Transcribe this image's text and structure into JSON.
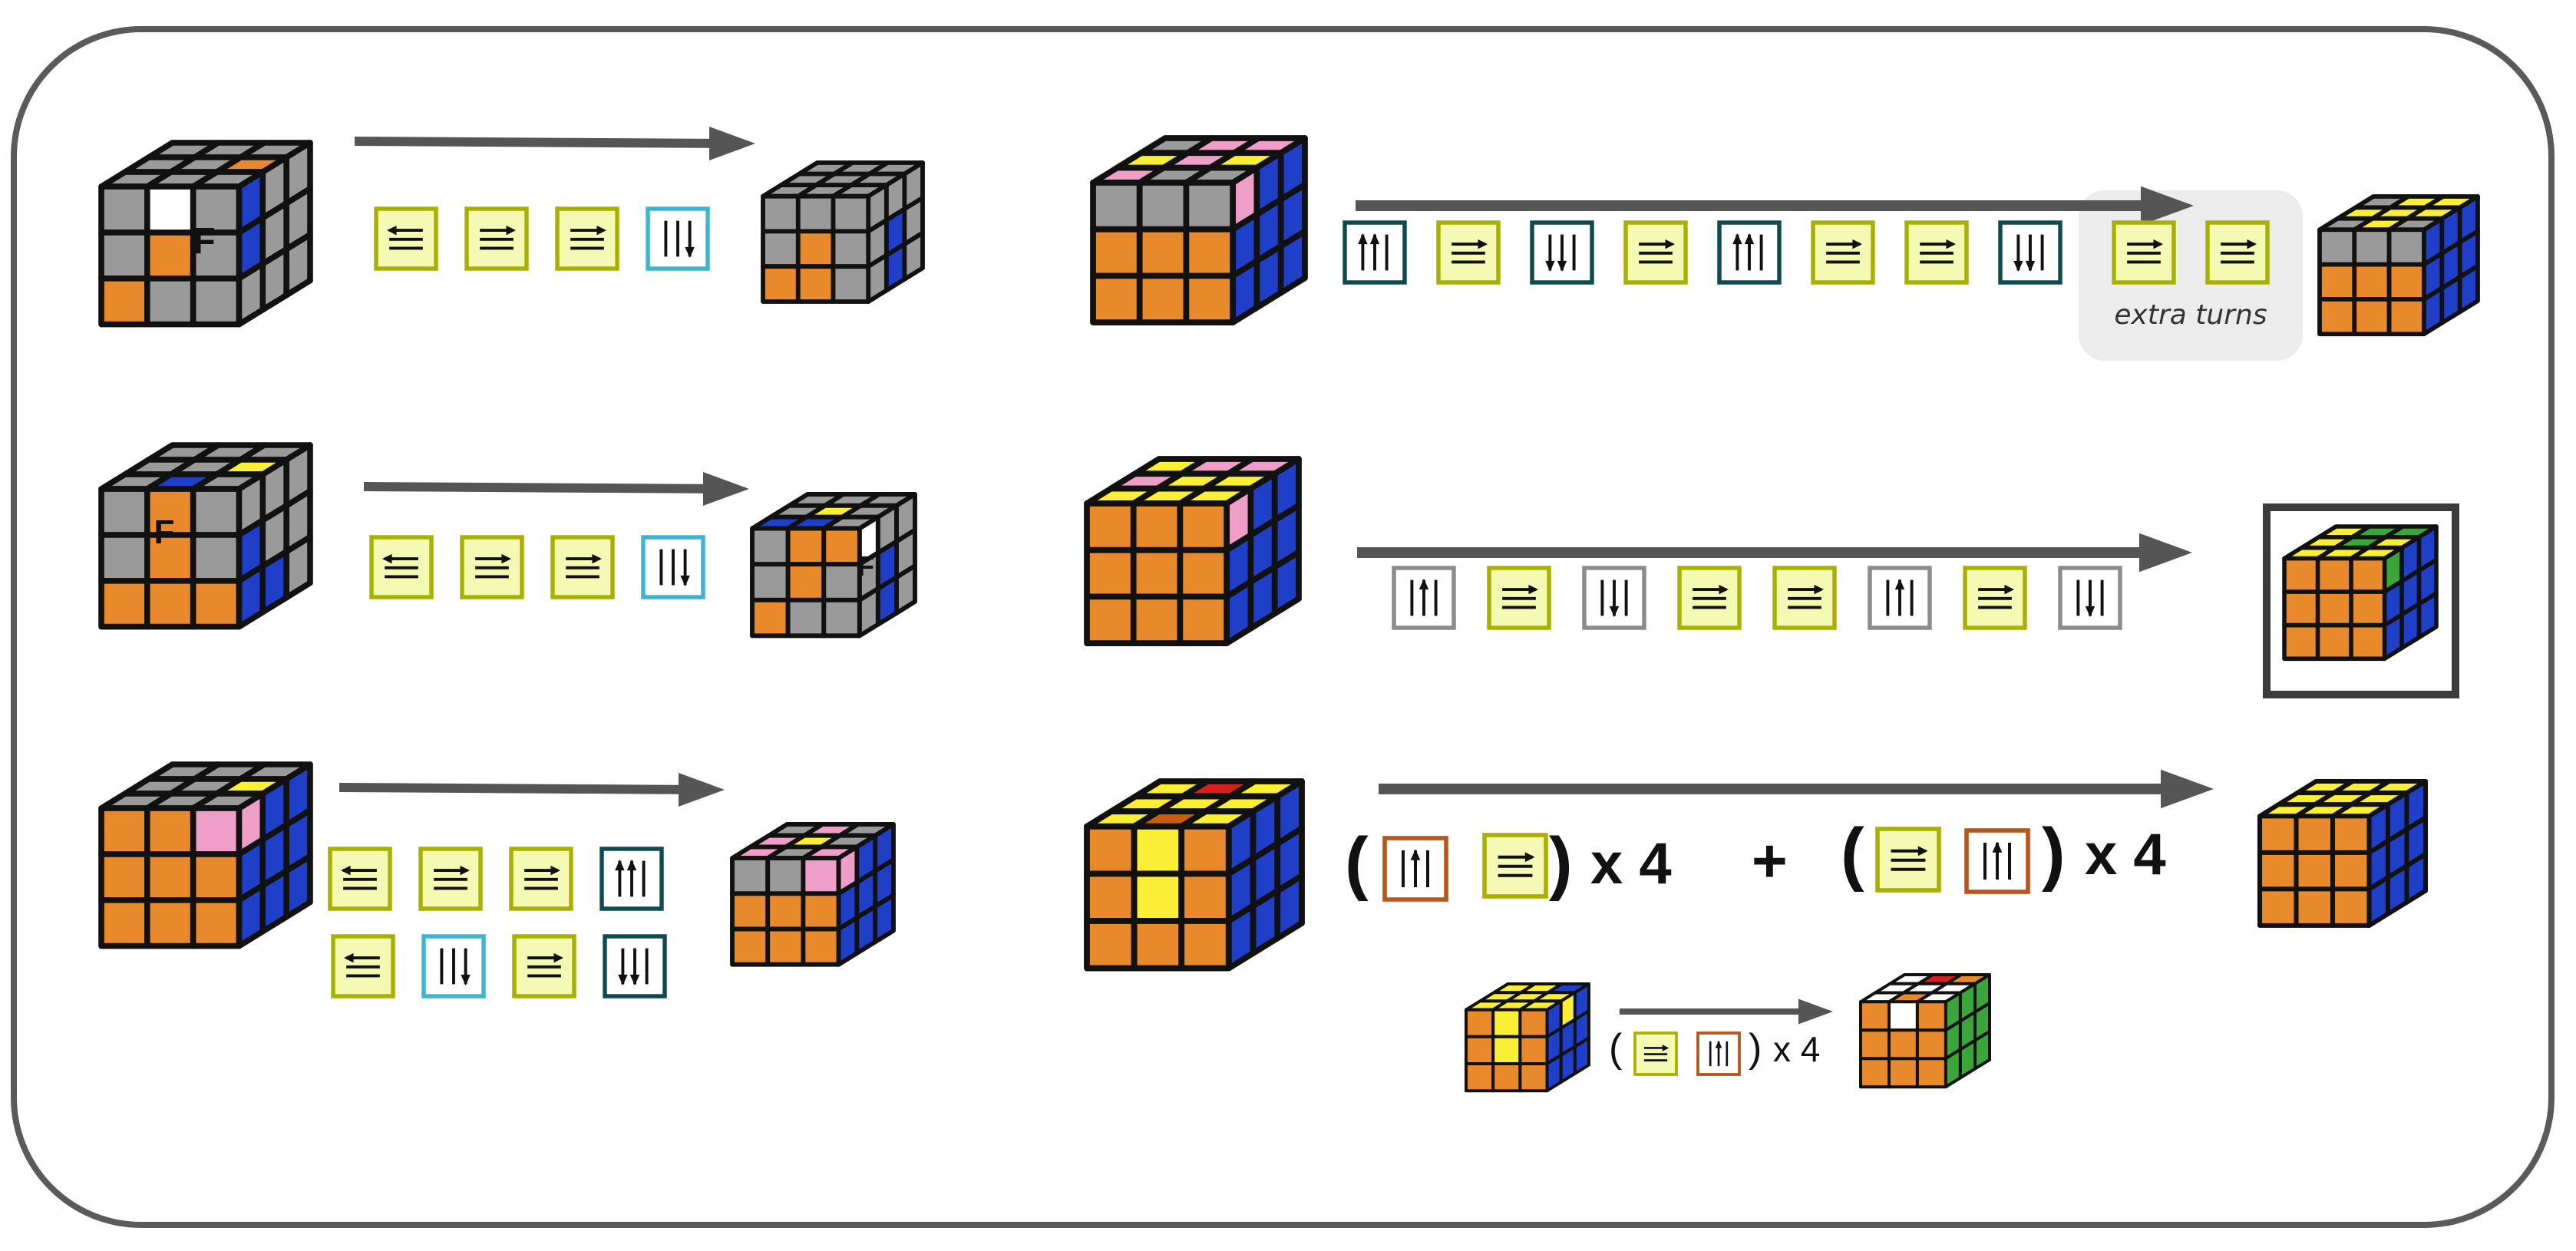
{
  "colors": {
    "grey": "#9a9a9a",
    "orange": "#e8892c",
    "blue": "#1f3fc9",
    "yellow": "#fbef35",
    "pink": "#ef9ec8",
    "white": "#ffffff",
    "green": "#3aa63a",
    "red": "#d42020",
    "darkorange": "#c85e10",
    "arrow": "#555555",
    "move_lime_border": "#a9b100",
    "move_lime_fill": "#f4f9b4",
    "move_cyan_border": "#3fb5cd",
    "move_dark_border": "#0e4a4f",
    "move_grey_border": "#8c8c8c",
    "move_orange_border": "#b8561a"
  },
  "icons": [
    "arrow-right-icon",
    "arrow-up-icon",
    "arrow-down-icon",
    "arrow-left-icon"
  ],
  "labels": {
    "f_label": "F",
    "extra_turns": "extra turns"
  },
  "formula": {
    "open": "(",
    "close": ")",
    "times4": "x 4",
    "plus": "+"
  },
  "rows": [
    {
      "id": "row1-left",
      "moves": [
        "U'",
        "R",
        "U",
        "R'"
      ],
      "start_cube": {
        "top": [
          "grey",
          "grey",
          "grey",
          "grey",
          "grey",
          "orange",
          "grey",
          "grey",
          "grey"
        ],
        "front": [
          "grey",
          "white",
          "grey",
          "grey",
          "orange",
          "grey",
          "orange",
          "grey",
          "grey"
        ],
        "right": [
          "blue",
          "grey",
          "grey",
          "blue",
          "grey",
          "grey",
          "grey",
          "grey",
          "grey"
        ]
      },
      "end_cube": {
        "top": [
          "grey",
          "grey",
          "grey",
          "grey",
          "grey",
          "grey",
          "grey",
          "grey",
          "grey"
        ],
        "front": [
          "grey",
          "grey",
          "grey",
          "grey",
          "orange",
          "grey",
          "orange",
          "orange",
          "grey"
        ],
        "right": [
          "grey",
          "grey",
          "grey",
          "grey",
          "blue",
          "grey",
          "grey",
          "blue",
          "grey"
        ]
      }
    },
    {
      "id": "row2-left",
      "moves": [
        "U'",
        "R",
        "U",
        "R'"
      ],
      "start_cube": {
        "top": [
          "grey",
          "grey",
          "grey",
          "grey",
          "grey",
          "yellow",
          "grey",
          "blue",
          "grey"
        ],
        "front": [
          "grey",
          "orange",
          "grey",
          "grey",
          "orange",
          "grey",
          "orange",
          "orange",
          "orange"
        ],
        "right": [
          "grey",
          "grey",
          "grey",
          "blue",
          "grey",
          "grey",
          "blue",
          "blue",
          "grey"
        ]
      },
      "end_cube": {
        "top": [
          "grey",
          "grey",
          "grey",
          "grey",
          "yellow",
          "grey",
          "blue",
          "blue",
          "grey"
        ],
        "front": [
          "grey",
          "orange",
          "orange",
          "grey",
          "orange",
          "grey",
          "orange",
          "grey",
          "grey"
        ],
        "right": [
          "white",
          "grey",
          "grey",
          "grey",
          "blue",
          "grey",
          "grey",
          "blue",
          "grey"
        ]
      }
    },
    {
      "id": "row3-left",
      "moves_a": [
        "U'",
        "R",
        "U",
        "Rw"
      ],
      "moves_b": [
        "U'",
        "R'",
        "U",
        "Rw'"
      ],
      "start_cube": {
        "top": [
          "grey",
          "grey",
          "grey",
          "grey",
          "grey",
          "yellow",
          "grey",
          "grey",
          "grey"
        ],
        "front": [
          "orange",
          "orange",
          "pink",
          "orange",
          "orange",
          "orange",
          "orange",
          "orange",
          "orange"
        ],
        "right": [
          "pink",
          "blue",
          "blue",
          "blue",
          "blue",
          "blue",
          "blue",
          "blue",
          "blue"
        ]
      },
      "end_cube": {
        "top": [
          "grey",
          "pink",
          "grey",
          "pink",
          "yellow",
          "grey",
          "pink",
          "grey",
          "pink"
        ],
        "front": [
          "grey",
          "grey",
          "pink",
          "orange",
          "orange",
          "orange",
          "orange",
          "orange",
          "orange"
        ],
        "right": [
          "pink",
          "blue",
          "blue",
          "blue",
          "blue",
          "blue",
          "blue",
          "blue",
          "blue"
        ]
      }
    },
    {
      "id": "row1-right",
      "moves": [
        "Rw",
        "R",
        "Rw'",
        "R",
        "Rw",
        "R",
        "R",
        "Rw'"
      ],
      "extra_moves": [
        "R",
        "R"
      ],
      "start_cube": {
        "top": [
          "grey",
          "pink",
          "pink",
          "yellow",
          "pink",
          "yellow",
          "pink",
          "grey",
          "grey"
        ],
        "front": [
          "grey",
          "grey",
          "grey",
          "orange",
          "orange",
          "orange",
          "orange",
          "orange",
          "orange"
        ],
        "right": [
          "pink",
          "blue",
          "blue",
          "blue",
          "blue",
          "blue",
          "blue",
          "blue",
          "blue"
        ]
      },
      "end_cube": {
        "top": [
          "grey",
          "yellow",
          "yellow",
          "yellow",
          "yellow",
          "yellow",
          "grey",
          "yellow",
          "grey"
        ],
        "front": [
          "grey",
          "grey",
          "grey",
          "orange",
          "orange",
          "orange",
          "orange",
          "orange",
          "orange"
        ],
        "right": [
          "blue",
          "blue",
          "blue",
          "blue",
          "blue",
          "blue",
          "blue",
          "blue",
          "blue"
        ]
      }
    },
    {
      "id": "row2-right",
      "moves": [
        "M",
        "R",
        "M'",
        "R",
        "R",
        "M",
        "R",
        "M'"
      ],
      "start_cube": {
        "top": [
          "yellow",
          "pink",
          "pink",
          "pink",
          "yellow",
          "yellow",
          "yellow",
          "yellow",
          "yellow"
        ],
        "front": [
          "orange",
          "orange",
          "orange",
          "orange",
          "orange",
          "orange",
          "orange",
          "orange",
          "orange"
        ],
        "right": [
          "pink",
          "blue",
          "blue",
          "blue",
          "blue",
          "blue",
          "blue",
          "blue",
          "blue"
        ]
      },
      "end_cube": {
        "top": [
          "yellow",
          "green",
          "green",
          "yellow",
          "green",
          "yellow",
          "yellow",
          "yellow",
          "yellow"
        ],
        "front": [
          "orange",
          "orange",
          "orange",
          "orange",
          "orange",
          "orange",
          "orange",
          "orange",
          "orange"
        ],
        "right": [
          "green",
          "blue",
          "blue",
          "blue",
          "blue",
          "blue",
          "blue",
          "blue",
          "blue"
        ]
      }
    },
    {
      "id": "row3-right",
      "start_cube": {
        "top": [
          "yellow",
          "red",
          "yellow",
          "yellow",
          "yellow",
          "yellow",
          "yellow",
          "darkorange",
          "yellow"
        ],
        "front": [
          "orange",
          "yellow",
          "orange",
          "orange",
          "yellow",
          "orange",
          "orange",
          "orange",
          "orange"
        ],
        "right": [
          "blue",
          "blue",
          "blue",
          "blue",
          "blue",
          "blue",
          "blue",
          "blue",
          "blue"
        ]
      },
      "end_cube": {
        "top": [
          "yellow",
          "yellow",
          "yellow",
          "yellow",
          "yellow",
          "yellow",
          "yellow",
          "yellow",
          "yellow"
        ],
        "front": [
          "orange",
          "orange",
          "orange",
          "orange",
          "orange",
          "orange",
          "orange",
          "orange",
          "orange"
        ],
        "right": [
          "blue",
          "blue",
          "blue",
          "blue",
          "blue",
          "blue",
          "blue",
          "blue",
          "blue"
        ]
      }
    },
    {
      "id": "bottom-sub",
      "start_cube": {
        "top": [
          "yellow",
          "yellow",
          "blue",
          "yellow",
          "yellow",
          "yellow",
          "yellow",
          "yellow",
          "yellow"
        ],
        "front": [
          "orange",
          "yellow",
          "orange",
          "orange",
          "yellow",
          "orange",
          "orange",
          "orange",
          "orange"
        ],
        "right": [
          "blue",
          "yellow",
          "blue",
          "blue",
          "blue",
          "blue",
          "blue",
          "blue",
          "blue"
        ]
      },
      "end_cube": {
        "top": [
          "white",
          "red",
          "orange",
          "white",
          "white",
          "white",
          "white",
          "orange",
          "white"
        ],
        "front": [
          "orange",
          "white",
          "orange",
          "orange",
          "orange",
          "orange",
          "orange",
          "orange",
          "orange"
        ],
        "right": [
          "green",
          "green",
          "green",
          "green",
          "green",
          "green",
          "green",
          "green",
          "green"
        ]
      }
    }
  ]
}
